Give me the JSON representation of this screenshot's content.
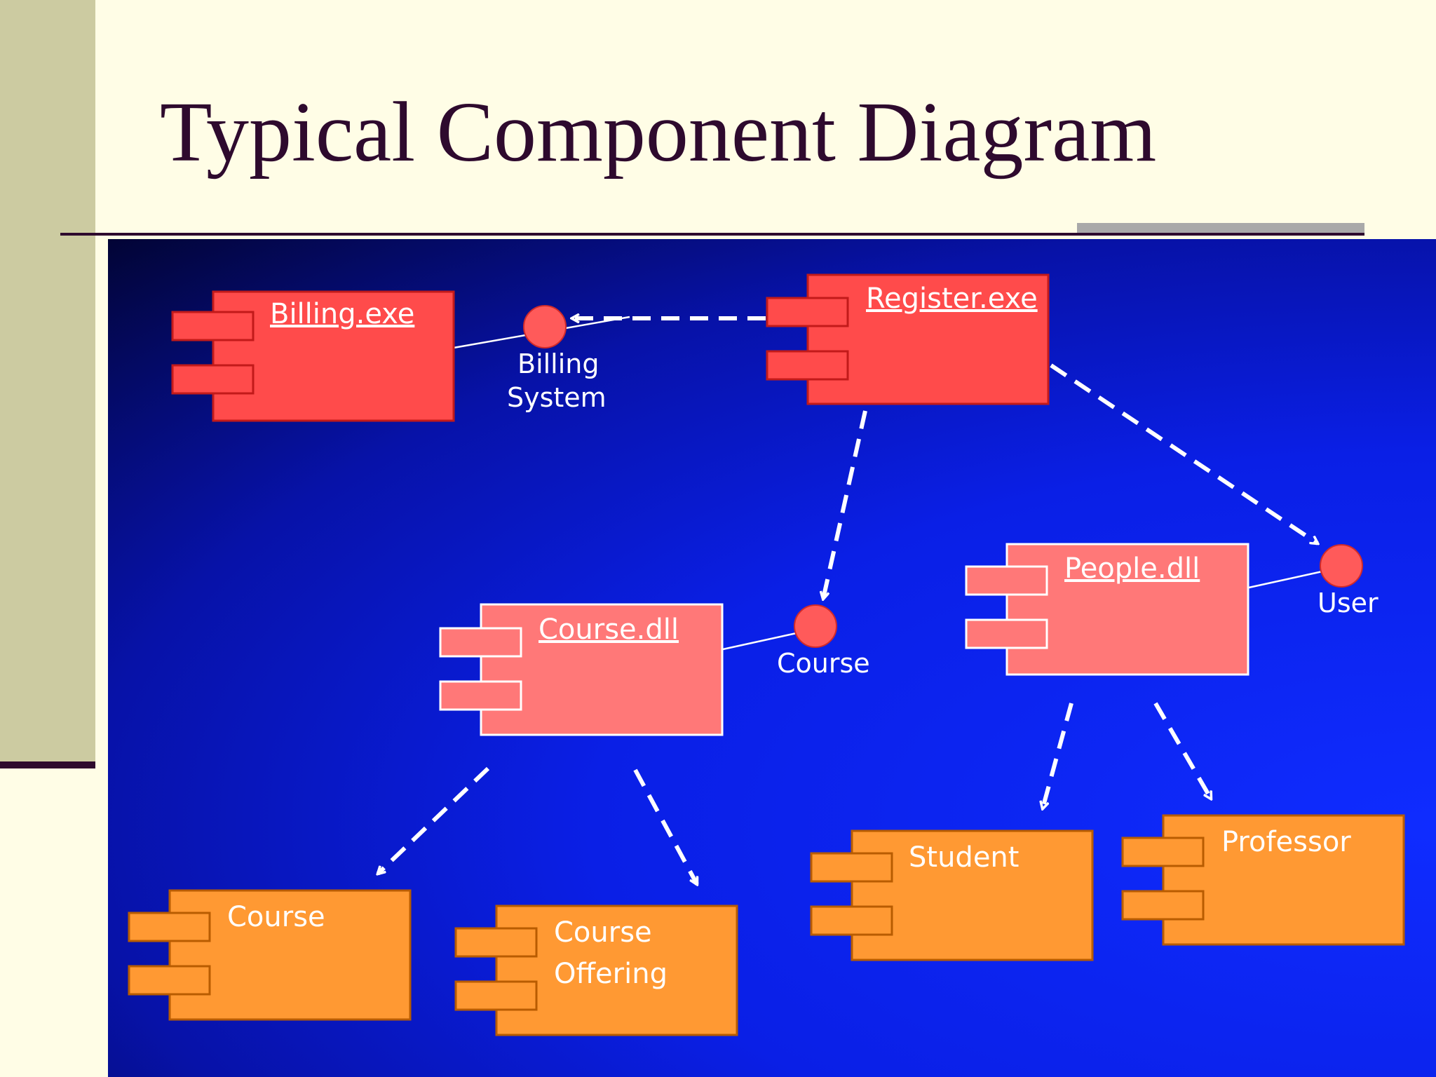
{
  "slide": {
    "title": "Typical Component Diagram"
  },
  "colors": {
    "background": "#fffde6",
    "sidebar": "#cccba1",
    "title": "#2e0a2e",
    "executable": "#ff4b4b",
    "library": "#ff7878",
    "class_component": "#ff9933",
    "interface": "#ff5a5a",
    "diagram_background": "#0a1fe6"
  },
  "diagram": {
    "components": [
      {
        "id": "billing",
        "label": "Billing.exe",
        "kind": "executable"
      },
      {
        "id": "register",
        "label": "Register.exe",
        "kind": "executable"
      },
      {
        "id": "course_dll",
        "label": "Course.dll",
        "kind": "library"
      },
      {
        "id": "people_dll",
        "label": "People.dll",
        "kind": "library"
      },
      {
        "id": "course",
        "label": "Course",
        "kind": "class"
      },
      {
        "id": "course_offering",
        "label_line1": "Course",
        "label_line2": "Offering",
        "kind": "class"
      },
      {
        "id": "student",
        "label": "Student",
        "kind": "class"
      },
      {
        "id": "professor",
        "label": "Professor",
        "kind": "class"
      }
    ],
    "interfaces": [
      {
        "id": "billing_system",
        "label_line1": "Billing",
        "label_line2": "System"
      },
      {
        "id": "course_iface",
        "label": "Course"
      },
      {
        "id": "user_iface",
        "label": "User"
      }
    ],
    "dependencies": [
      {
        "from": "register",
        "to": "billing_system"
      },
      {
        "from": "register",
        "to": "course_iface"
      },
      {
        "from": "register",
        "to": "user_iface"
      },
      {
        "from": "course_dll",
        "to": "course"
      },
      {
        "from": "course_dll",
        "to": "course_offering"
      },
      {
        "from": "people_dll",
        "to": "student"
      },
      {
        "from": "people_dll",
        "to": "professor"
      }
    ],
    "realizations": [
      {
        "component": "billing",
        "interface": "billing_system"
      },
      {
        "component": "course_dll",
        "interface": "course_iface"
      },
      {
        "component": "people_dll",
        "interface": "user_iface"
      }
    ]
  }
}
